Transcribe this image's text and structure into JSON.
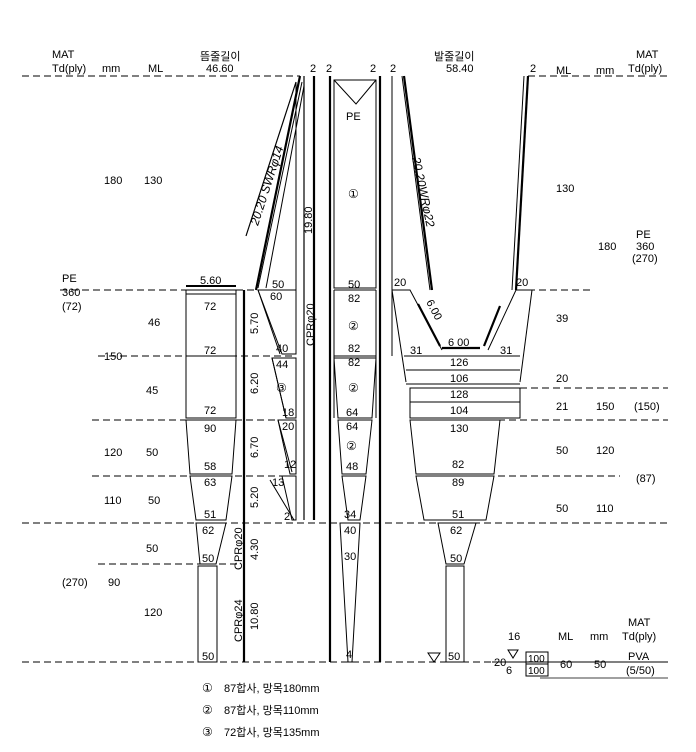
{
  "header_left": {
    "mat": "MAT",
    "td": "Td(ply)",
    "mm": "mm",
    "ml": "ML",
    "wing_title": "뜸줄길이",
    "wing_length": "46.60",
    "twos": [
      "2",
      "2",
      "2",
      "2"
    ]
  },
  "header_right": {
    "title": "발줄길이",
    "length": "58.40",
    "two": "2",
    "ml": "ML",
    "mm": "mm",
    "mat": "MAT",
    "td": "Td(ply)"
  },
  "left_col": {
    "mm_vals": [
      "180",
      "150",
      "120",
      "110"
    ],
    "ml_vals": [
      "130",
      "46",
      "45",
      "50",
      "50",
      "50",
      "120"
    ],
    "pe_label": "PE",
    "pe_360": "360",
    "pe_72": "(72)",
    "lower_td": "(270)",
    "lower_mm": "90"
  },
  "wing": {
    "rope_label": "20.20 SWRφ14",
    "top_width": "5.60",
    "seg_lengths": [
      "5.70",
      "6.20",
      "6.70",
      "5.20"
    ],
    "cpr_low": "4.30",
    "cpr_low2": "10.80",
    "cpr_label_top": "CPRφ20",
    "cpr_label_low": "CPRφ20",
    "cpr_label_low2": "CPRφ24",
    "side_length": "19.80",
    "box_vals": [
      "72",
      "72",
      "72",
      "90",
      "58",
      "63",
      "51",
      "62",
      "50",
      "50"
    ],
    "tri_vals": [
      "50",
      "60",
      "40",
      "44",
      "18",
      "20",
      "12",
      "13",
      "2"
    ],
    "marker3": "③"
  },
  "body": {
    "pe": "PE",
    "marker1": "①",
    "marker2": "②",
    "vals": [
      "50",
      "82",
      "82",
      "82",
      "64",
      "64",
      "48",
      "34",
      "40",
      "30",
      "4"
    ]
  },
  "belly": {
    "rope_label": "20.20WRφ22",
    "diag": "6.00",
    "bottom": "6 00",
    "edge_left": "20",
    "edge_right": "20",
    "end_left": "31",
    "end_right": "31",
    "vals": [
      "126",
      "106",
      "128",
      "104",
      "130",
      "82",
      "89",
      "51",
      "62",
      "50",
      "50"
    ]
  },
  "right_col": {
    "ml_vals": [
      "130",
      "39",
      "20",
      "21",
      "50",
      "50"
    ],
    "mm_vals": [
      "180",
      "150",
      "120",
      "110"
    ],
    "pe": "PE",
    "pe_360": "360",
    "pe_270": "(270)",
    "td_150": "(150)",
    "td_87": "(87)"
  },
  "codend": {
    "ml_header": "ML",
    "mm_header": "mm",
    "mat": "MAT",
    "td": "Td(ply)",
    "sixteen": "16",
    "twenty": "20",
    "six": "6",
    "top": "100",
    "bottom": "100",
    "ml": "60",
    "mm": "50",
    "pva": "PVA",
    "ply": "(5/50)"
  },
  "legend": [
    {
      "marker": "①",
      "text": "87합사, 망목180mm"
    },
    {
      "marker": "②",
      "text": "87합사, 망목110mm"
    },
    {
      "marker": "③",
      "text": "72합사, 망목135mm"
    }
  ]
}
